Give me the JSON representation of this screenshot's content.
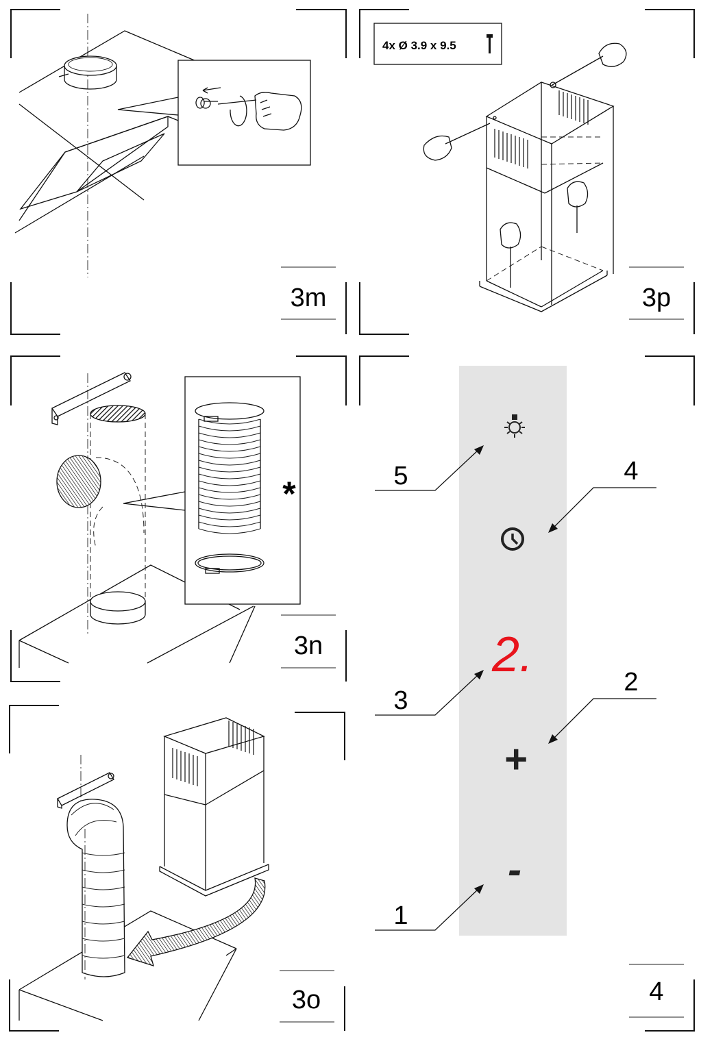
{
  "panels": {
    "p3m": {
      "label": "3m"
    },
    "p3p": {
      "label": "3p",
      "screw_spec": "4x Ø 3.9 x 9.5"
    },
    "p3n": {
      "label": "3n",
      "note_symbol": "*"
    },
    "p3o": {
      "label": "3o"
    },
    "p4": {
      "label": "4"
    }
  },
  "control_panel": {
    "background_color": "#e4e4e4",
    "display_color": "#e8141c",
    "display_value": "2.",
    "controls": [
      {
        "number": "5",
        "icon": "light-icon"
      },
      {
        "number": "4",
        "icon": "timer-icon"
      },
      {
        "number": "3",
        "icon": "display"
      },
      {
        "number": "2",
        "icon": "plus-icon",
        "symbol": "+"
      },
      {
        "number": "1",
        "icon": "minus-icon",
        "symbol": "-"
      }
    ]
  }
}
